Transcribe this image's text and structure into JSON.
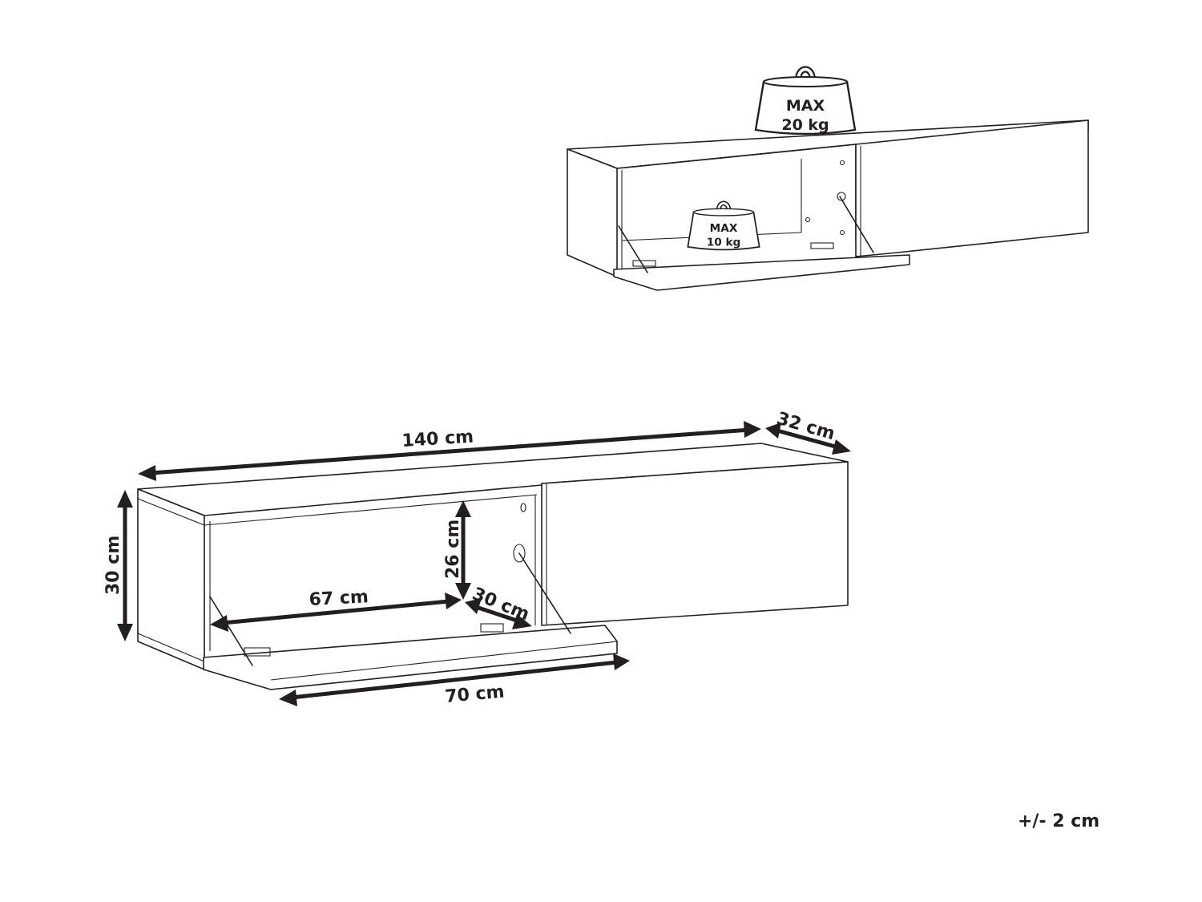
{
  "diagram": {
    "type": "product-dimension-drawing",
    "subject": "wall-mounted TV cabinet with drop-down flap door"
  },
  "top_view": {
    "load_top": {
      "line1": "MAX",
      "line2": "20 kg"
    },
    "load_inside": {
      "line1": "MAX",
      "line2": "10 kg"
    }
  },
  "dimensions": {
    "total_width": "140 cm",
    "depth": "32 cm",
    "height": "30 cm",
    "inner_height": "26 cm",
    "inner_width": "67 cm",
    "inner_depth": "30 cm",
    "door_width": "70 cm"
  },
  "tolerance": "+/- 2 cm",
  "colors": {
    "line": "#231f20",
    "background": "#ffffff"
  }
}
